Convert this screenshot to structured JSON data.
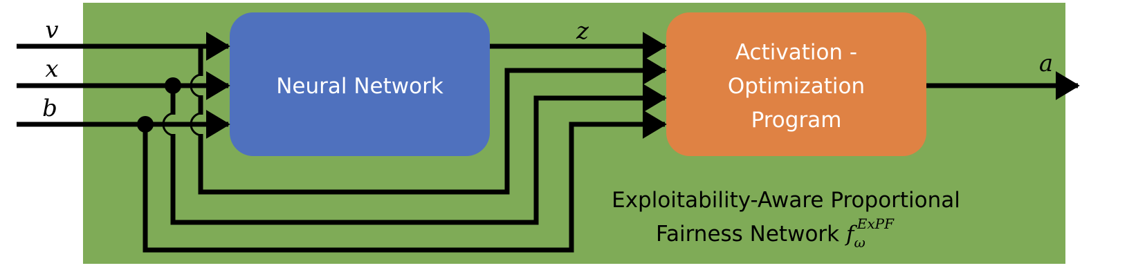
{
  "diagram": {
    "inputs": [
      {
        "symbol": "v"
      },
      {
        "symbol": "x"
      },
      {
        "symbol": "b"
      }
    ],
    "blocks": {
      "neural_network": {
        "label": "Neural Network"
      },
      "activation": {
        "lines": [
          "Activation -",
          "Optimization",
          "Program"
        ]
      }
    },
    "intermediate": {
      "symbol": "z"
    },
    "output": {
      "symbol": "a"
    },
    "caption": {
      "line1": "Exploitability-Aware Proportional",
      "line2_text": "Fairness Network ",
      "math_base": "f",
      "math_sub": "ω",
      "math_sup": "ExPF"
    },
    "colors": {
      "container": "#7fab57",
      "neural_network": "#4f71be",
      "activation": "#df8244"
    }
  }
}
